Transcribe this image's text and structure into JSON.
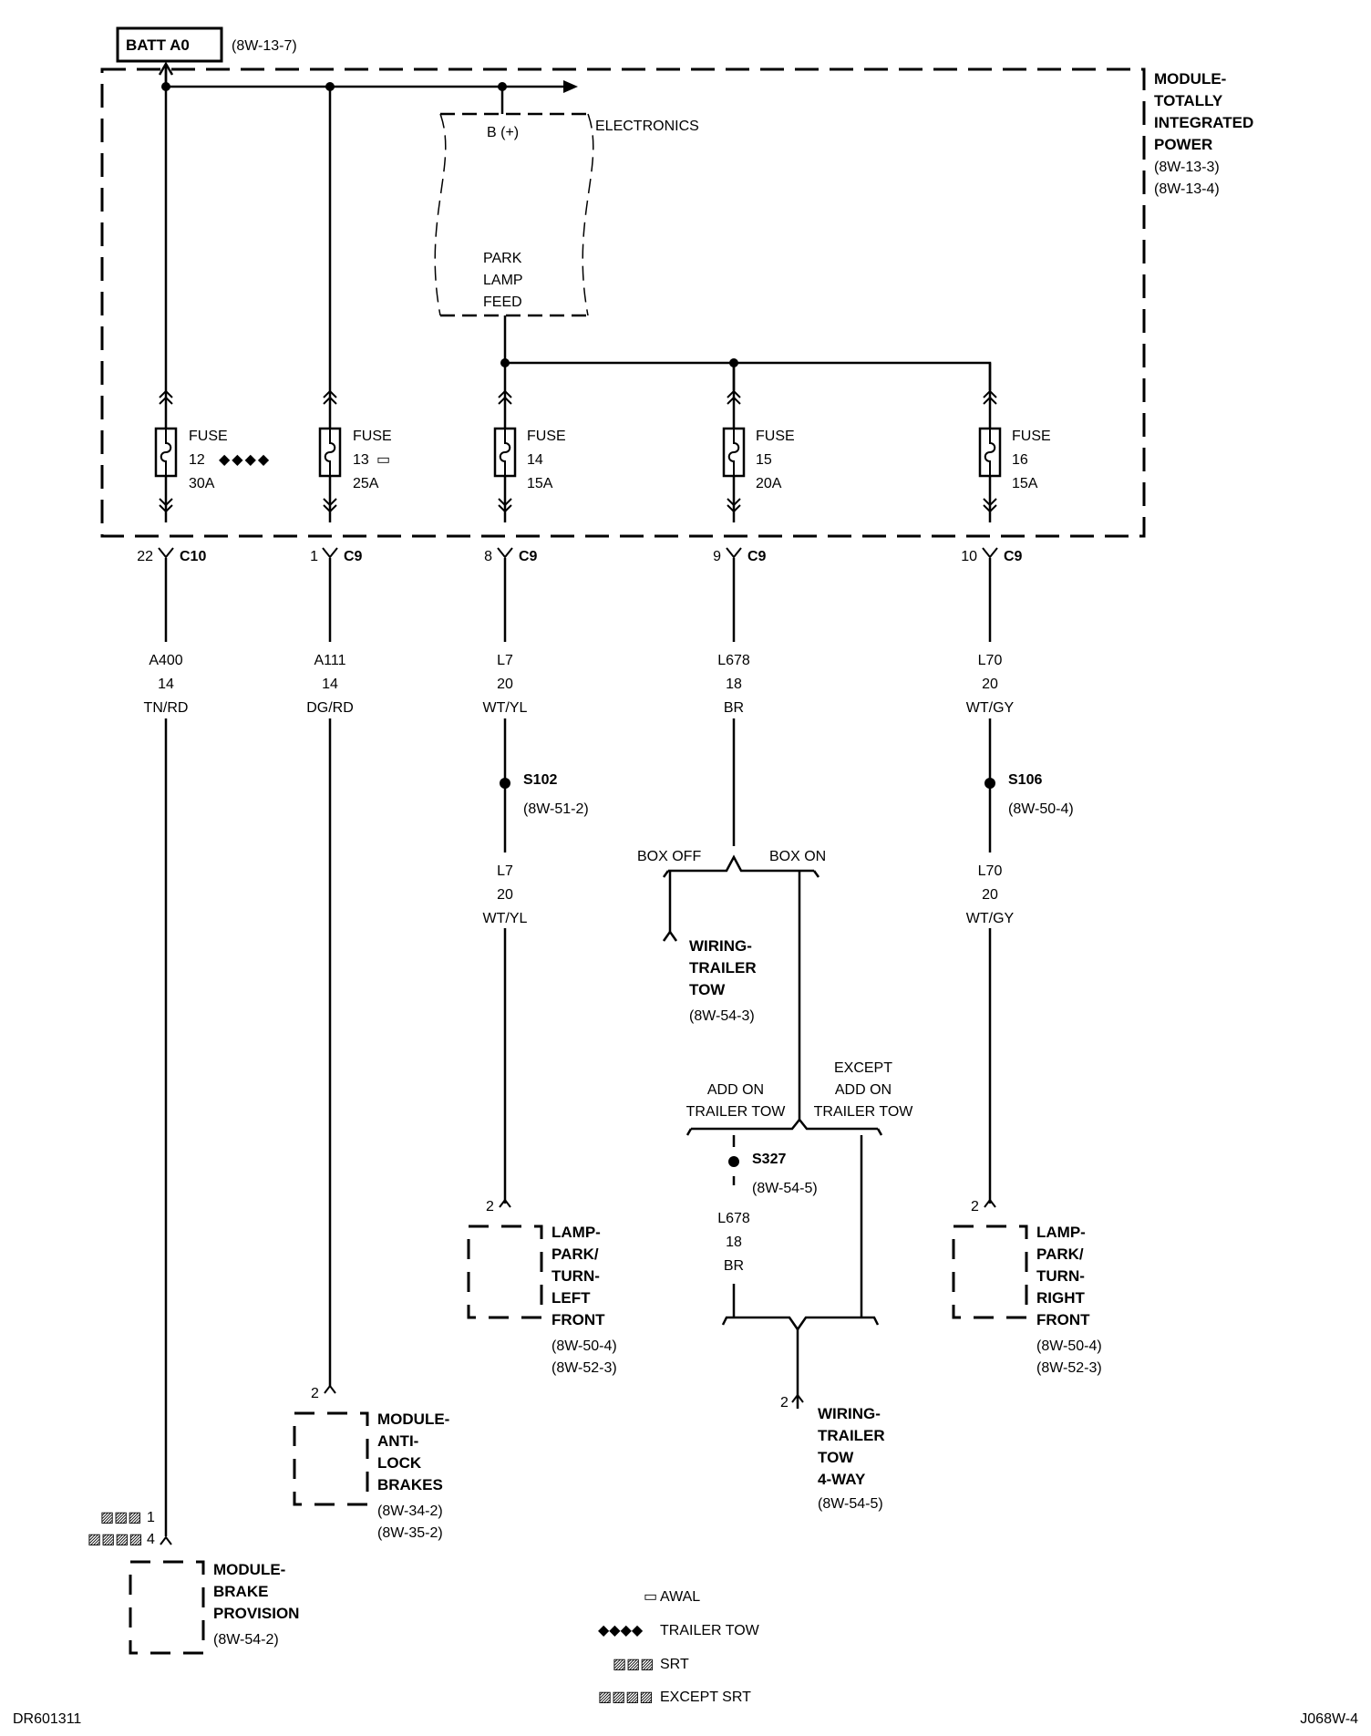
{
  "header": {
    "batt_label": "BATT A0",
    "batt_ref": "(8W-13-7)"
  },
  "module": {
    "lines": [
      "MODULE-",
      "TOTALLY",
      "INTEGRATED",
      "POWER"
    ],
    "refs": [
      "(8W-13-3)",
      "(8W-13-4)"
    ]
  },
  "electronics": {
    "bplus": "B (+)",
    "label": "ELECTRONICS",
    "feed": [
      "PARK",
      "LAMP",
      "FEED"
    ]
  },
  "fuses": [
    {
      "word": "FUSE",
      "num": "12",
      "mark": "◆◆◆◆",
      "amps": "30A"
    },
    {
      "word": "FUSE",
      "num": "13",
      "mark": "▭",
      "amps": "25A"
    },
    {
      "word": "FUSE",
      "num": "14",
      "mark": "",
      "amps": "15A"
    },
    {
      "word": "FUSE",
      "num": "15",
      "mark": "",
      "amps": "20A"
    },
    {
      "word": "FUSE",
      "num": "16",
      "mark": "",
      "amps": "15A"
    }
  ],
  "connectors": [
    {
      "pin": "22",
      "name": "C10"
    },
    {
      "pin": "1",
      "name": "C9"
    },
    {
      "pin": "8",
      "name": "C9"
    },
    {
      "pin": "9",
      "name": "C9"
    },
    {
      "pin": "10",
      "name": "C9"
    }
  ],
  "wires": [
    {
      "id": "A400",
      "gauge": "14",
      "color": "TN/RD"
    },
    {
      "id": "A111",
      "gauge": "14",
      "color": "DG/RD"
    },
    {
      "id": "L7",
      "gauge": "20",
      "color": "WT/YL"
    },
    {
      "id": "L678",
      "gauge": "18",
      "color": "BR"
    },
    {
      "id": "L70",
      "gauge": "20",
      "color": "WT/GY"
    },
    {
      "id": "L7",
      "gauge": "20",
      "color": "WT/YL"
    },
    {
      "id": "L70",
      "gauge": "20",
      "color": "WT/GY"
    },
    {
      "id": "L678",
      "gauge": "18",
      "color": "BR"
    }
  ],
  "splices": [
    {
      "name": "S102",
      "ref": "(8W-51-2)"
    },
    {
      "name": "S106",
      "ref": "(8W-50-4)"
    },
    {
      "name": "S327",
      "ref": "(8W-54-5)"
    }
  ],
  "options": {
    "box_off": "BOX OFF",
    "box_on": "BOX ON",
    "add_on": [
      "ADD ON",
      "TRAILER TOW"
    ],
    "except_add_on": [
      "EXCEPT",
      "ADD ON",
      "TRAILER TOW"
    ]
  },
  "trailer_tow_wiring": {
    "lines": [
      "WIRING-",
      "TRAILER",
      "TOW"
    ],
    "ref": "(8W-54-3)"
  },
  "components": {
    "brake_provision": {
      "lines": [
        "MODULE-",
        "BRAKE",
        "PROVISION"
      ],
      "refs": [
        "(8W-54-2)"
      ],
      "pins": [
        {
          "pin": "1",
          "mark": "▨▨▨"
        },
        {
          "pin": "4",
          "mark": "▨▨▨▨"
        }
      ]
    },
    "abs": {
      "pin": "2",
      "lines": [
        "MODULE-",
        "ANTI-",
        "LOCK",
        "BRAKES"
      ],
      "refs": [
        "(8W-34-2)",
        "(8W-35-2)"
      ]
    },
    "lamp_left": {
      "pin": "2",
      "lines": [
        "LAMP-",
        "PARK/",
        "TURN-",
        "LEFT",
        "FRONT"
      ],
      "refs": [
        "(8W-50-4)",
        "(8W-52-3)"
      ]
    },
    "lamp_right": {
      "pin": "2",
      "lines": [
        "LAMP-",
        "PARK/",
        "TURN-",
        "RIGHT",
        "FRONT"
      ],
      "refs": [
        "(8W-50-4)",
        "(8W-52-3)"
      ]
    },
    "trailer_4way": {
      "pin": "2",
      "lines": [
        "WIRING-",
        "TRAILER",
        "TOW",
        "4-WAY"
      ],
      "refs": [
        "(8W-54-5)"
      ]
    }
  },
  "legend": [
    {
      "symbol": "▭",
      "text": "AWAL"
    },
    {
      "symbol": "◆◆◆◆",
      "text": "TRAILER TOW"
    },
    {
      "symbol": "▨▨▨",
      "text": "SRT"
    },
    {
      "symbol": "▨▨▨▨",
      "text": "EXCEPT SRT"
    }
  ],
  "footer": {
    "left": "DR601311",
    "right": "J068W-4"
  }
}
